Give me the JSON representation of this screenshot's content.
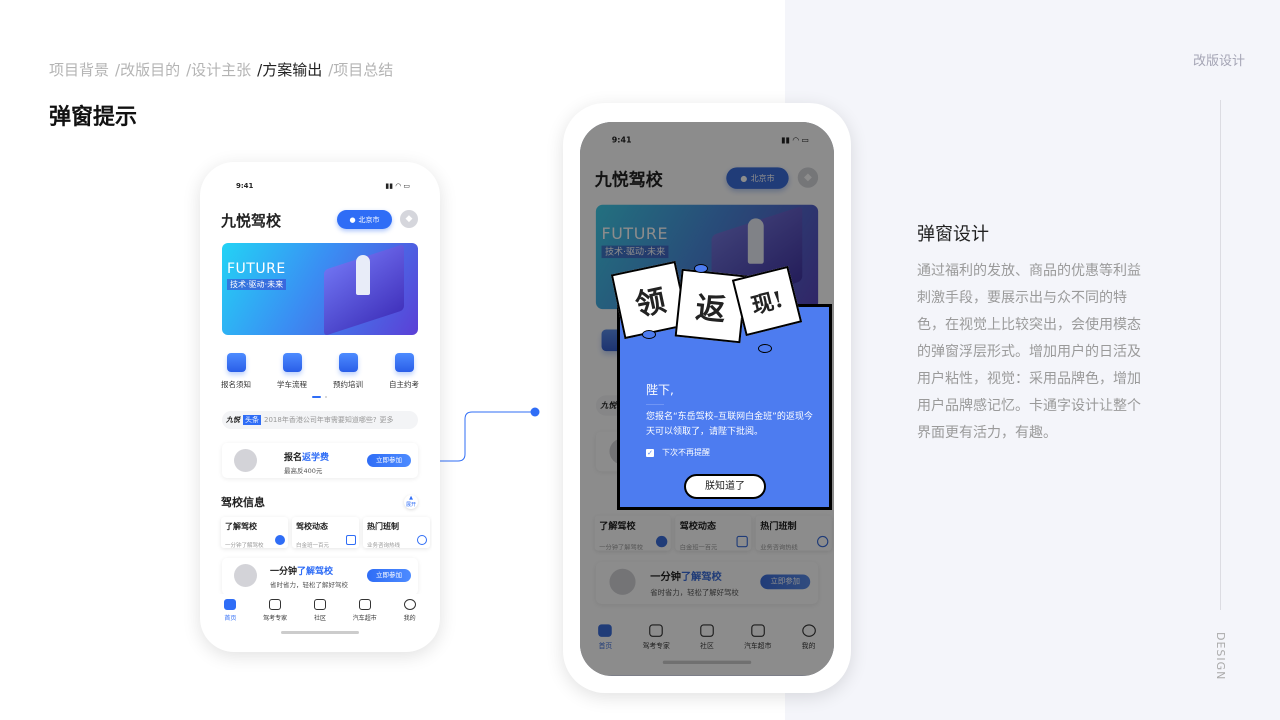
{
  "breadcrumb": [
    "项目背景",
    "/改版目的",
    "/设计主张",
    "/方案输出",
    "/项目总结"
  ],
  "breadcrumb_active": 3,
  "page_title": "弹窗提示",
  "section_label": "改版设计",
  "side_label": "DESIGN",
  "description": {
    "title": "弹窗设计",
    "body": "通过福利的发放、商品的优惠等利益刺激手段，要展示出与众不同的特色，在视觉上比较突出，会使用模态的弹窗浮层形式。增加用户的日活及用户粘性，视觉：采用品牌色，增加用户品牌感记忆。卡通字设计让整个界面更有活力，有趣。"
  },
  "accent_color": "#2f6df6",
  "app": {
    "time": "9:41",
    "title": "九悦驾校",
    "location": "北京市",
    "banner": {
      "title": "FUTURE",
      "subtitle": "技术·驱动·未来"
    },
    "quick_links": [
      "报名须知",
      "学车流程",
      "预约培训",
      "自主约考"
    ],
    "news": {
      "brand": "九悦",
      "tag": "头条",
      "text": "2018年香港公司年审需要知道哪些?",
      "more": "更多"
    },
    "promo": {
      "title": "报名",
      "title_highlight": "返学费",
      "subtitle": "最高反400元",
      "button": "立即参加"
    },
    "section_title": "驾校信息",
    "expand_label": "展开",
    "info_cards": [
      {
        "title": "了解驾校",
        "sub": "一分钟了解驾校"
      },
      {
        "title": "驾校动态",
        "sub": "白金班一百元"
      },
      {
        "title": "热门班制",
        "sub": "业务咨询热线"
      }
    ],
    "promo2": {
      "title": "一分钟",
      "title_highlight": "了解驾校",
      "subtitle": "省时省力，轻松了解好驾校",
      "button": "立即参加"
    },
    "nav": [
      "首页",
      "驾考专家",
      "社区",
      "汽车超市",
      "我的"
    ]
  },
  "popup": {
    "cards": [
      "领",
      "返",
      "现!"
    ],
    "greeting": "陛下,",
    "body": "您报名“东岳驾校–互联网白金班”的返现今天可以领取了，请陛下批阅。",
    "checkbox": "下次不再提醒",
    "checkbox_checked": true,
    "button": "朕知道了"
  }
}
